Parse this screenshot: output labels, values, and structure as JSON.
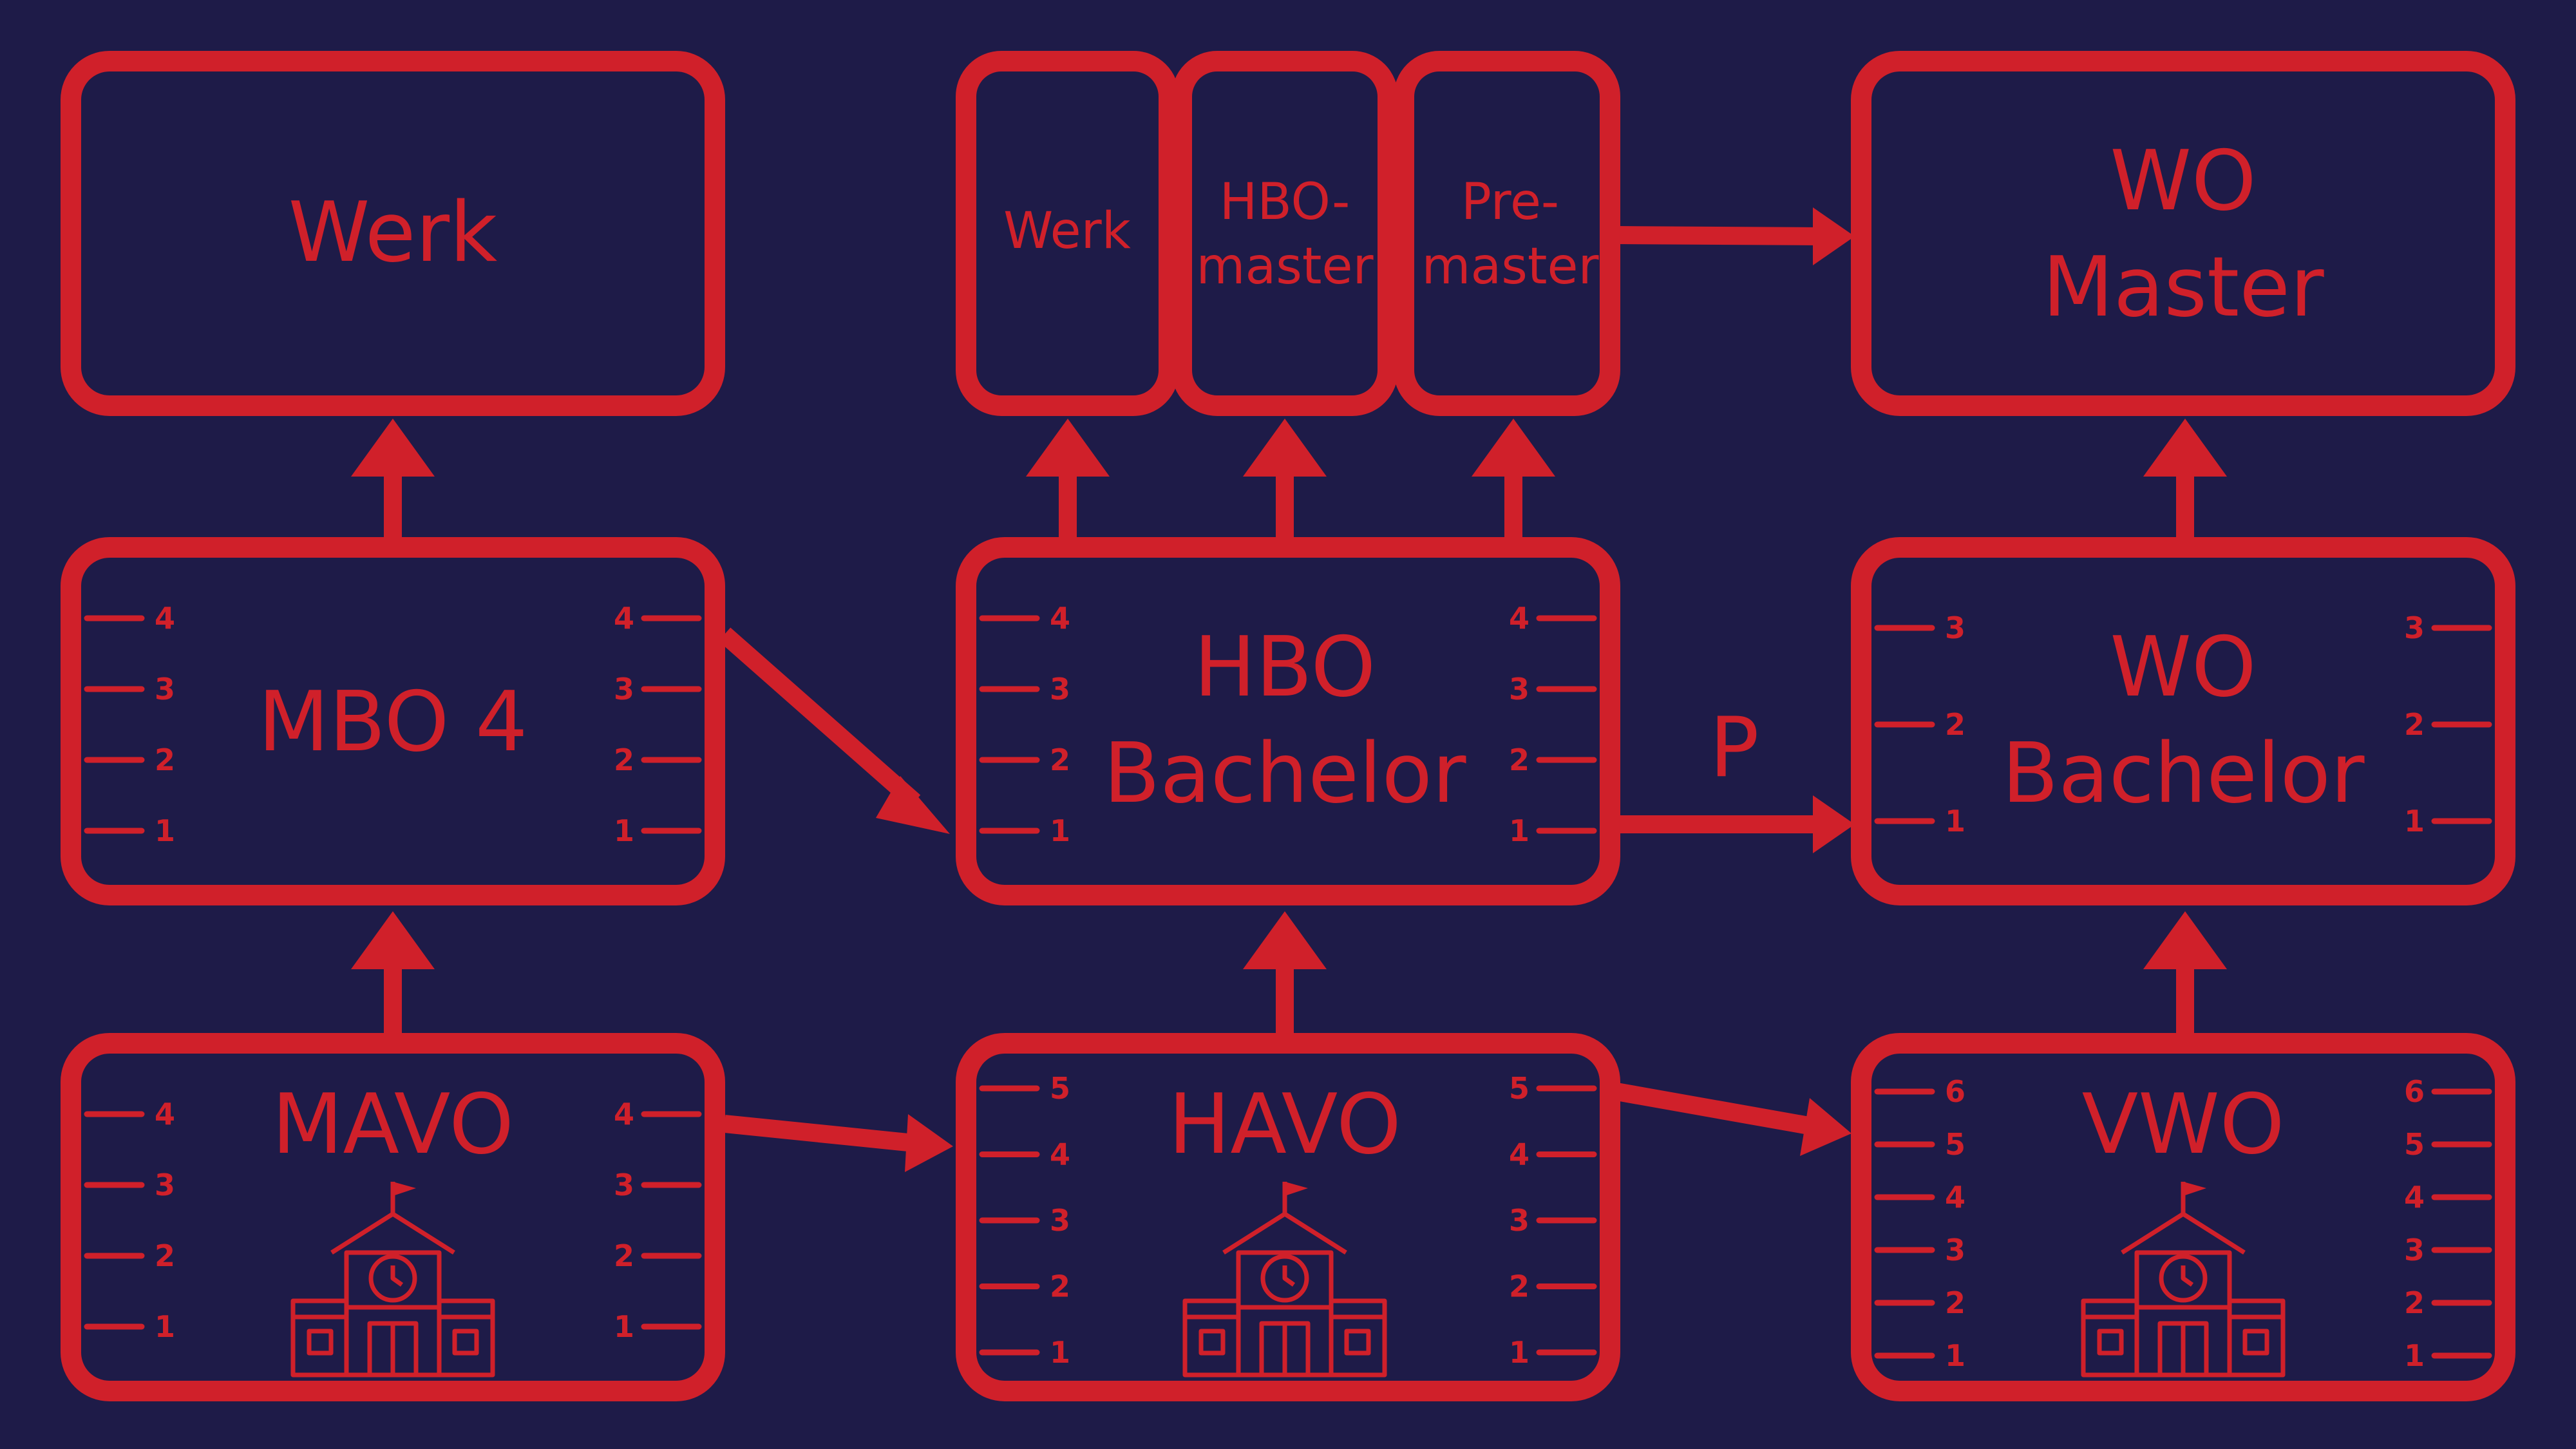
{
  "colors": {
    "background": "#1e1b48",
    "accent": "#d0202a"
  },
  "boxes": {
    "werk_left": {
      "label": "Werk"
    },
    "werk_mid": {
      "label": "Werk"
    },
    "hbo_master": {
      "line1": "HBO-",
      "line2": "master"
    },
    "pre_master": {
      "line1": "Pre-",
      "line2": "master"
    },
    "wo_master": {
      "line1": "WO",
      "line2": "Master"
    },
    "mbo4": {
      "label": "MBO 4",
      "years": [
        "4",
        "3",
        "2",
        "1"
      ]
    },
    "hbo_bachelor": {
      "line1": "HBO",
      "line2": "Bachelor",
      "years": [
        "4",
        "3",
        "2",
        "1"
      ]
    },
    "wo_bachelor": {
      "line1": "WO",
      "line2": "Bachelor",
      "years": [
        "3",
        "2",
        "1"
      ]
    },
    "mavo": {
      "label": "MAVO",
      "years": [
        "4",
        "3",
        "2",
        "1"
      ],
      "icon": "school-building-icon"
    },
    "havo": {
      "label": "HAVO",
      "years": [
        "5",
        "4",
        "3",
        "2",
        "1"
      ],
      "icon": "school-building-icon"
    },
    "vwo": {
      "label": "VWO",
      "years": [
        "6",
        "5",
        "4",
        "3",
        "2",
        "1"
      ],
      "icon": "school-building-icon"
    }
  },
  "connectors": {
    "propedeuse_label": "P"
  }
}
